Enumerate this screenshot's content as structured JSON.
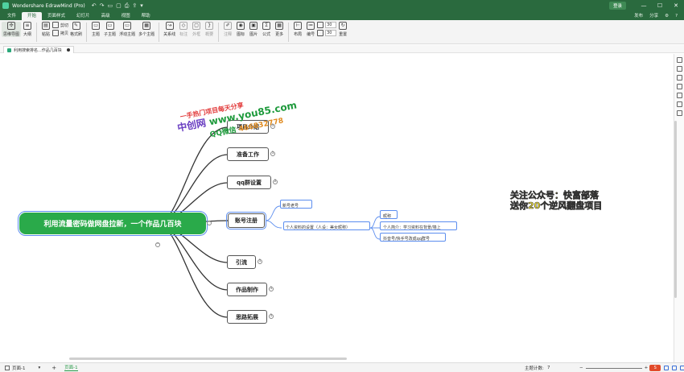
{
  "window": {
    "title": "Wondershare EdrawMind (Pro)",
    "login_label": "登录",
    "minimize": "—",
    "maximize": "☐",
    "close": "✕"
  },
  "menu": {
    "items": [
      "文件",
      "开始",
      "页面样式",
      "幻灯片",
      "高级",
      "视图",
      "帮助"
    ],
    "active": "开始",
    "right": [
      "发布",
      "分享"
    ]
  },
  "ribbon": {
    "tools": {
      "mindmap": "思维导图",
      "outline": "大纲",
      "paste": "粘贴",
      "cut": "剪切",
      "copy": "拷贝",
      "format_painter": "格式刷",
      "topic": "主题",
      "subtopic": "子主题",
      "floating": "浮动主题",
      "multi": "多个主题",
      "relation": "关系线",
      "callout": "标注",
      "boundary": "外框",
      "summary": "概要",
      "note": "注释",
      "icon": "图标",
      "image": "图片",
      "formula": "公式",
      "more": "更多",
      "layout": "布局",
      "numbering": "编号",
      "spacing1": "30",
      "spacing2": "30",
      "reset": "重置"
    }
  },
  "document": {
    "tab_title": "利用搜索排名...作品几百块"
  },
  "mindmap": {
    "root": "利用流量密码做网盘拉新，一个作品几百块",
    "branches": [
      "项目介绍",
      "准备工作",
      "qq群设置",
      "账号注册",
      "引流",
      "作品制作",
      "思路拓展"
    ],
    "account_children": {
      "a": "新号老号",
      "b": "个人资料的设置（人设：美女昵称）"
    },
    "profile_children": [
      "昵称",
      "个人简介：学习资料在背景/墙上",
      "抖音号/快手号改成qq群号"
    ]
  },
  "watermark": {
    "line1": "一手热门项目每天分享",
    "line2a": "中创网",
    "line2b": "www.you85.com",
    "line3a": "QQ微信",
    "line3b": "466832778"
  },
  "promo": {
    "line1": "关注公众号：快富部落",
    "line2": "送你20个逆风翻盘项目"
  },
  "status": {
    "page_label": "页面-1",
    "page_tab": "页面-1",
    "topic_count_label": "主题计数:",
    "topic_count": "7"
  },
  "colors": {
    "titlebar": "#2a6a3e",
    "root_fill": "#2aaa4a",
    "selection": "#5b8def"
  }
}
